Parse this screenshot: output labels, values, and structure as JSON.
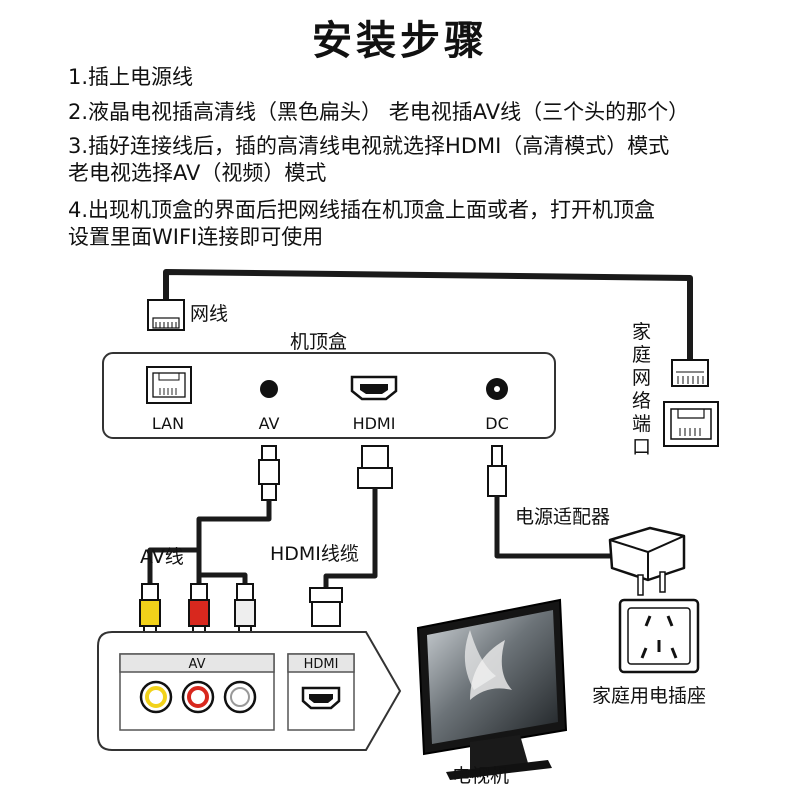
{
  "title": "安装步骤",
  "steps": [
    "1.插上电源线",
    "2.液晶电视插高清线（黑色扁头） 老电视插AV线（三个头的那个）",
    "3.插好连接线后，插的高清线电视就选择HDMI（高清模式）模式",
    "老电视选择AV（视频）模式",
    "4.出现机顶盒的界面后把网线插在机顶盒上面或者，打开机顶盒",
    "设置里面WIFI连接即可使用"
  ],
  "labels": {
    "network_cable": "网线",
    "set_top_box": "机顶盒",
    "home_network_port": "家庭网络端口",
    "power_adapter": "电源适配器",
    "av_cable": "AV线",
    "hdmi_cable": "HDMI线缆",
    "home_socket": "家庭用电插座",
    "tv": "电视机"
  },
  "box_ports": [
    "LAN",
    "AV",
    "HDMI",
    "DC"
  ],
  "tv_panel": {
    "av_label": "AV",
    "hdmi_label": "HDMI"
  },
  "colors": {
    "av_yellow": "#f2d21a",
    "av_red": "#d8281e",
    "av_white": "#eeeeee",
    "cable": "#1a1a1a"
  }
}
